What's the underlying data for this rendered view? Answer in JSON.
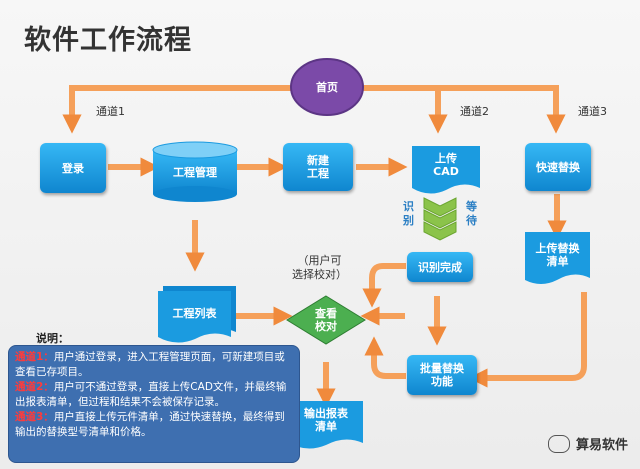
{
  "title": "软件工作流程",
  "nodes": {
    "home": "首页",
    "login": "登录",
    "project_mgmt": "工程管理",
    "new_project": "新建\n工程",
    "upload_cad": "上传\nCAD",
    "quick_replace": "快速替换",
    "project_list": "工程列表",
    "recognized": "识别完成",
    "upload_replace_list": "上传替换\n清单",
    "check_verify": "查看\n校对",
    "batch_replace": "批量替换\n功能",
    "output_report": "输出报表\n清单"
  },
  "labels": {
    "channel1": "通道1",
    "channel2": "通道2",
    "channel3": "通道3",
    "recognize": "识\n别",
    "wait": "等\n待",
    "user_check": "（用户可\n选择校对）"
  },
  "note": {
    "heading": "说明：",
    "items": [
      {
        "channel": "通道1：",
        "text": "用户通过登录，进入工程管理页面，可新建项目或查看已存项目。"
      },
      {
        "channel": "通道2：",
        "text": "用户可不通过登录，直接上传CAD文件，并最终输出报表清单，但过程和结果不会被保存记录。"
      },
      {
        "channel": "通道3：",
        "text": "用户直接上传元件清单，通过快速替换，最终得到输出的替换型号清单和价格。"
      }
    ]
  },
  "brand": "算易软件",
  "colors": {
    "arrow": "#f5a05a",
    "box": "#1b9be0",
    "home": "#7b4aa8",
    "diamond": "#4caf50",
    "note_bg": "#3e6fb0"
  }
}
